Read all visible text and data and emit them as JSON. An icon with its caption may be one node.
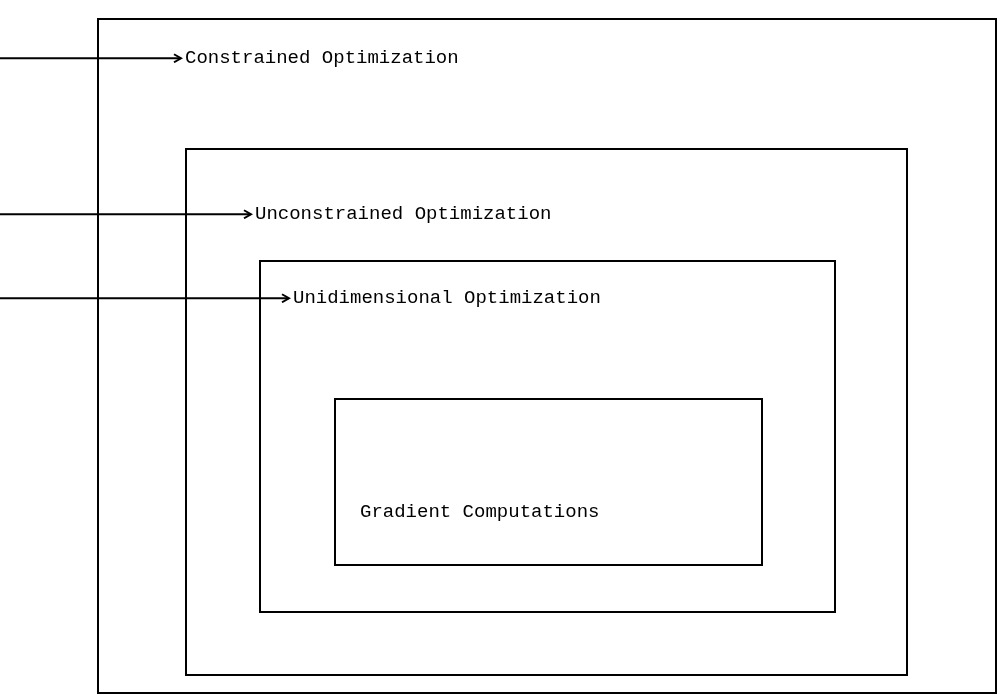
{
  "diagram": {
    "nodes": [
      {
        "text": [
          "Constrained Optimization"
        ]
      },
      {
        "text": [
          "Unconstrained Optimization"
        ],
        "in": 0
      },
      {
        "text": [
          "Unidimensional Optimization"
        ],
        "in": 1
      },
      {
        "text": [
          "Gradient Computations"
        ],
        "in": 2
      }
    ],
    "edges": [
      {
        "from": null,
        "to": 0,
        "arrow": "to"
      },
      {
        "from": null,
        "to": 1,
        "arrow": "to"
      },
      {
        "from": null,
        "to": 2,
        "arrow": "to"
      }
    ]
  }
}
